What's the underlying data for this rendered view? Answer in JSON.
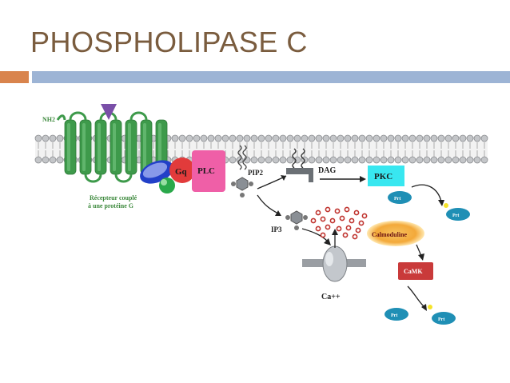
{
  "slide": {
    "title": "PHOSPHOLIPASE C"
  },
  "colors": {
    "title": "#7a5c3e",
    "accent_orange": "#d9844d",
    "accent_blue": "#9db4d5",
    "receptor": "#3e9a4b",
    "gq": "#e23b3b",
    "plc": "#ef5fa7",
    "pkc": "#38e7f0",
    "camk": "#c93a3a",
    "prt": "#1f8fb5",
    "calmoduline": "#f5b64a"
  },
  "labels": {
    "nh2": "NH2",
    "receptor_line1": "Récepteur couplé",
    "receptor_line2": "à une protéine G",
    "gq": "Gq",
    "plc": "PLC",
    "pip2": "PIP2",
    "dag": "DAG",
    "pkc": "PKC",
    "ip3": "IP3",
    "ca": "Ca++",
    "calmoduline": "Calmoduline",
    "camk": "CaMK",
    "prt": "Prt"
  }
}
